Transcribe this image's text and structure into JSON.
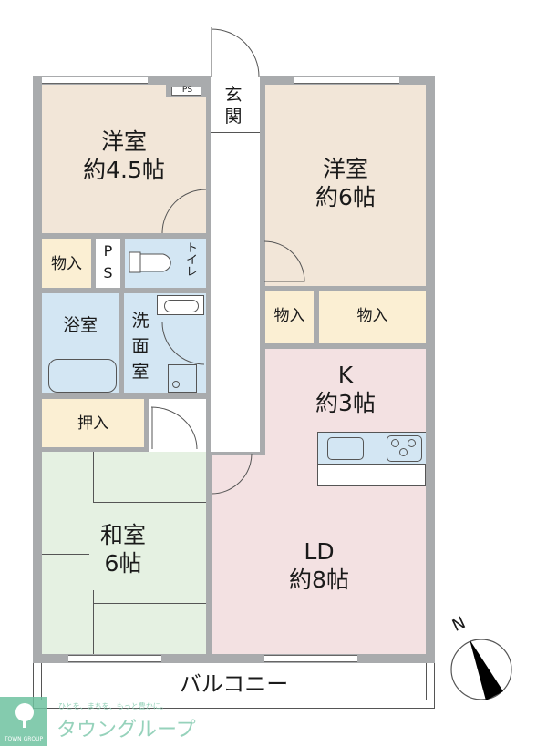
{
  "floor_plan": {
    "rooms": {
      "western_room_1": {
        "name": "洋室",
        "size": "約4.5帖"
      },
      "western_room_2": {
        "name": "洋室",
        "size": "約6帖"
      },
      "entrance": {
        "name": "玄関"
      },
      "storage_1": {
        "name": "物入"
      },
      "storage_2": {
        "name": "物入"
      },
      "storage_3": {
        "name": "物入"
      },
      "pipe_space_top": {
        "name": "PS"
      },
      "pipe_space_mid": {
        "name_top": "P",
        "name_bottom": "S"
      },
      "toilet": {
        "name": "トイレ"
      },
      "bathroom": {
        "name": "浴室"
      },
      "washroom": {
        "name": "洗面室"
      },
      "closet": {
        "name": "押入"
      },
      "kitchen": {
        "name": "K",
        "size": "約3帖"
      },
      "japanese_room": {
        "name": "和室",
        "size": "6帖"
      },
      "living_dining": {
        "name": "LD",
        "size": "約8帖"
      },
      "balcony": {
        "name": "バルコニー"
      }
    },
    "compass": {
      "label": "N"
    },
    "colors": {
      "wall": "#a9abad",
      "western": "#f2e6d8",
      "storage": "#fbefd3",
      "wet_area": "#d3e6f3",
      "ldk": "#f3e1e2",
      "japanese": "#e5f1e2",
      "brand": "#6fc2a0"
    }
  },
  "watermark": {
    "tagline": "ひとを、まちを、もっと豊かに。",
    "brand_name": "タウングループ",
    "brand_en": "TOWN GROUP"
  }
}
